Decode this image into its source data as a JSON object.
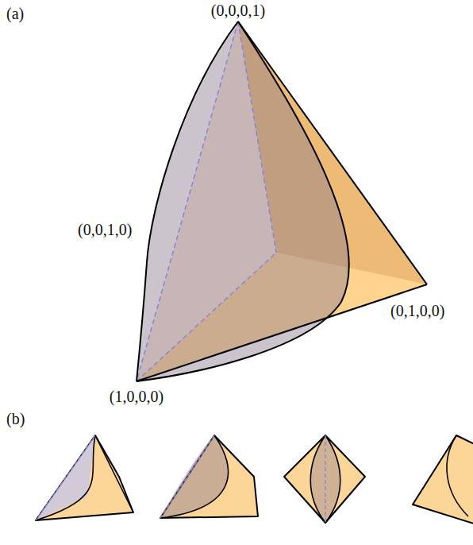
{
  "diagram": {
    "labels": [
      "(a)",
      "(0,0,0,1)",
      "(0,0,1,0)",
      "(0,1,0,0)",
      "(1,0,0,0)",
      "(b)"
    ]
  }
}
